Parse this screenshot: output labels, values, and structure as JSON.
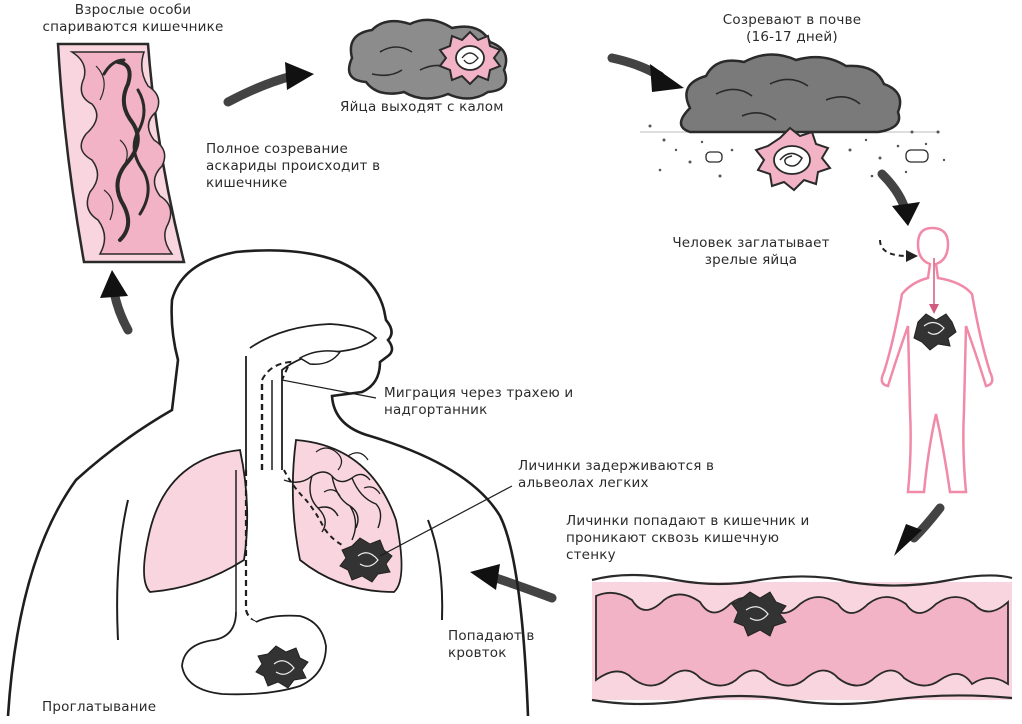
{
  "labels": {
    "adults": [
      "Взрослые особи",
      "спариваются кишечнике"
    ],
    "eggs_out": "Яйца выходят с калом",
    "mature_soil": [
      "Созревают в почве",
      "(16-17 дней)"
    ],
    "full_maturation": [
      "Полное созревание",
      "аскариды происходит в",
      "кишечнике"
    ],
    "swallows": [
      "Человек заглатывает",
      "зрелые яйца"
    ],
    "migration": [
      "Миграция через трахею и",
      "надгортанник"
    ],
    "larvae_lungs": [
      "Личинки задерживаются в",
      "альвеолах легких"
    ],
    "larvae_intestine": [
      "Личинки попадают в кишечник и",
      "проникают сквозь кишечную",
      "стенку"
    ],
    "bloodstream": [
      "Попадают в",
      "кровток"
    ],
    "swallowing": "Проглатывание"
  },
  "colors": {
    "pink": "#f2b3c6",
    "pink_light": "#f9d6df",
    "outline": "#2a2a2a",
    "rock": "#8c8c8c",
    "rock_dark": "#6f6f6f",
    "body_outline": "#f08aa8",
    "arrow": "#1e1e1e"
  }
}
